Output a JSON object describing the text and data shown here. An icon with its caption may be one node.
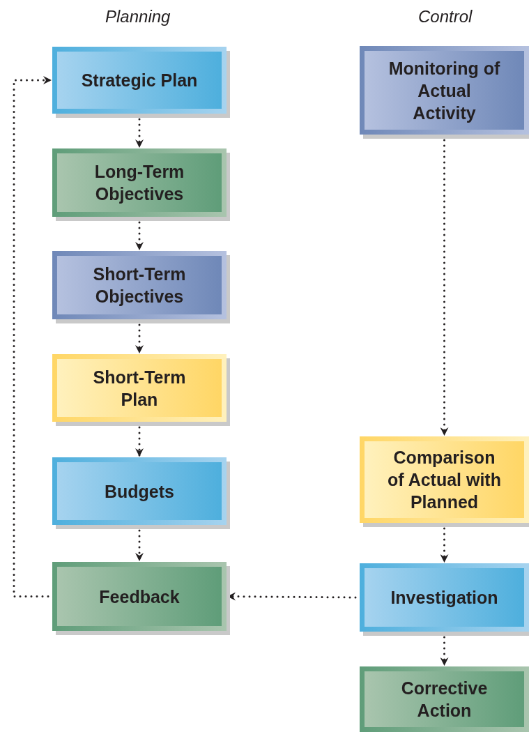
{
  "diagram": {
    "nodes": [
      {
        "text": [
          "Strategic Plan"
        ]
      },
      {
        "text": [
          "Long-Term Objectives"
        ]
      },
      {
        "text": [
          "Short-Term Objectives"
        ]
      },
      {
        "text": [
          "Short-Term Plan"
        ]
      },
      {
        "text": [
          "Budgets"
        ]
      },
      {
        "text": [
          "Feedback"
        ]
      },
      {
        "text": [
          "Monitoring of Actual Activity"
        ]
      },
      {
        "text": [
          "Comparison of Actual with Planned"
        ]
      },
      {
        "text": [
          "Investigation"
        ]
      },
      {
        "text": [
          "Corrective Action"
        ]
      }
    ],
    "edges": [
      {
        "from": 0,
        "to": 1,
        "arrow": "to"
      },
      {
        "from": 1,
        "to": 2,
        "arrow": "to"
      },
      {
        "from": 2,
        "to": 3,
        "arrow": "to"
      },
      {
        "from": 3,
        "to": 4,
        "arrow": "to"
      },
      {
        "from": 4,
        "to": 5,
        "arrow": "to"
      },
      {
        "from": 5,
        "to": 0,
        "arrow": "to"
      },
      {
        "from": 6,
        "to": 7,
        "arrow": "to"
      },
      {
        "from": 7,
        "to": 8,
        "arrow": "to"
      },
      {
        "from": 8,
        "to": 5,
        "arrow": "to"
      },
      {
        "from": 8,
        "to": 9,
        "arrow": "to"
      }
    ],
    "labels": [
      "Planning",
      "Control"
    ]
  }
}
